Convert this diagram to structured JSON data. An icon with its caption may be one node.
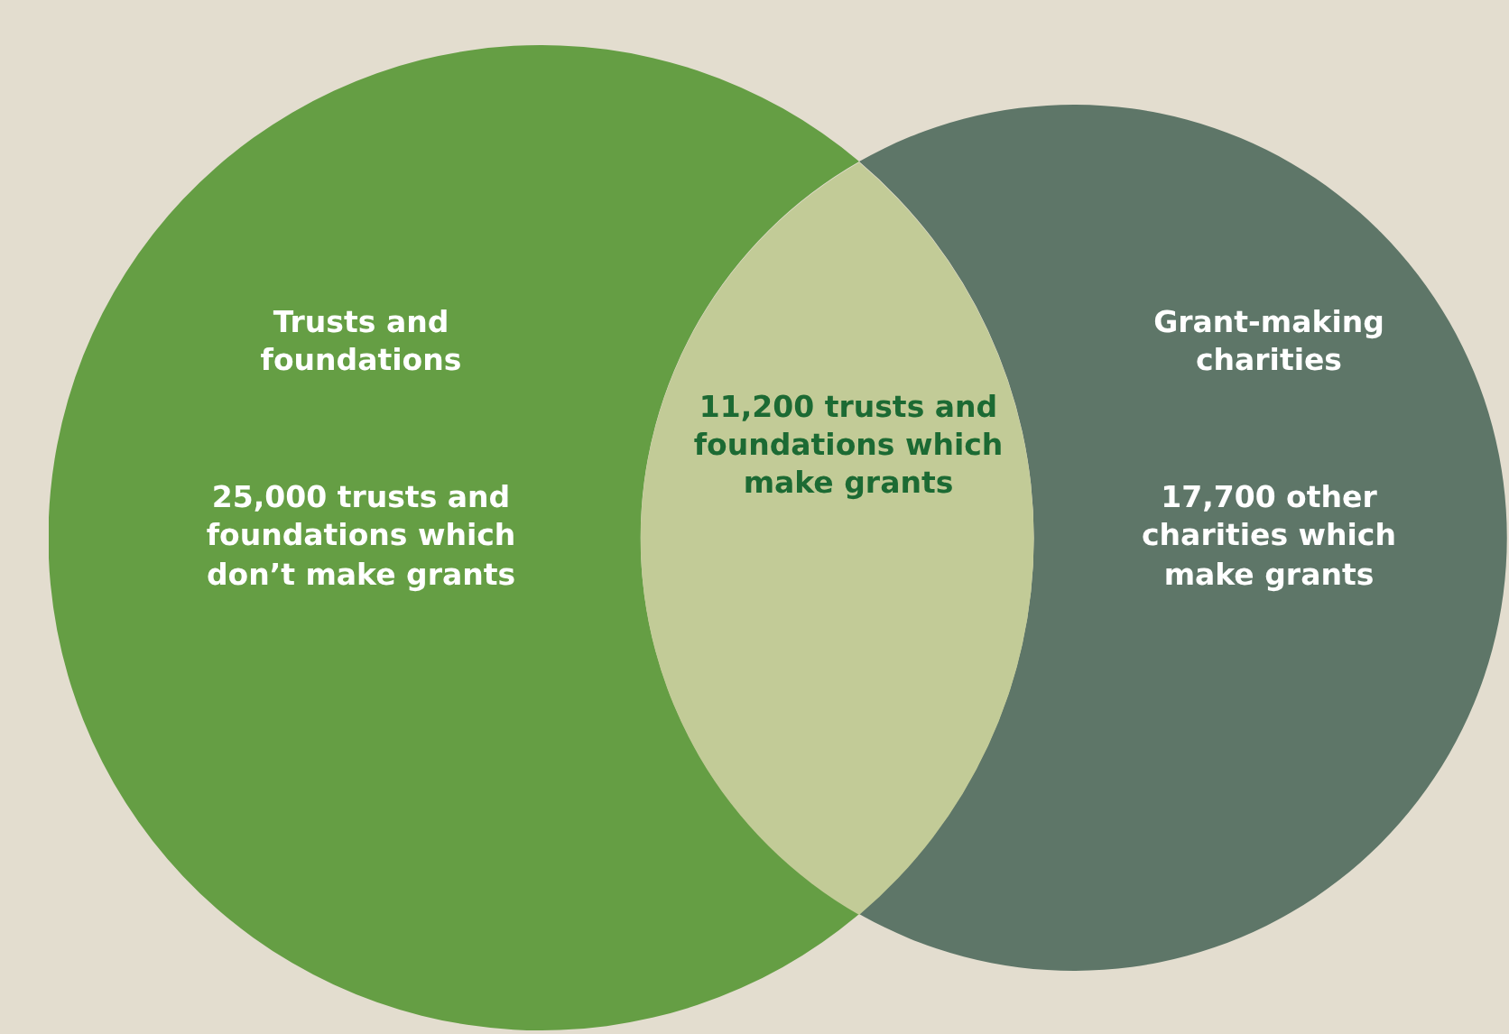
{
  "diagram": {
    "nodes": [
      {
        "text": [
          "Trusts and foundations",
          "25,000 trusts and foundations which don’t make grants"
        ]
      },
      {
        "text": [
          "Grant-making charities",
          "17,700 other charities which make grants"
        ]
      },
      {
        "text": [
          "11,200 trusts and foundations which make grants"
        ]
      }
    ]
  }
}
